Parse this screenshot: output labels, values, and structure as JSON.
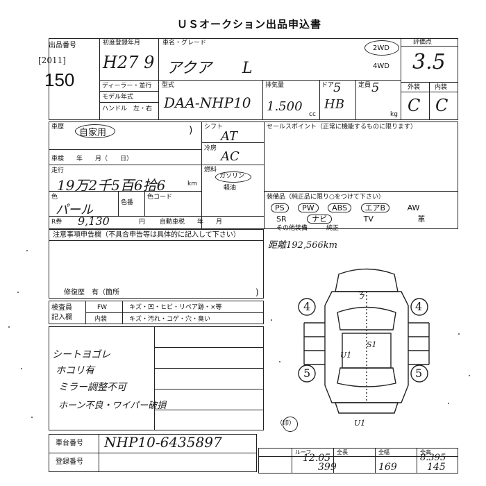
{
  "header": {
    "title": "ＵＳオークション出品申込書"
  },
  "left": {
    "year": "[2011]",
    "lot_no": "150"
  },
  "labels": {
    "lot_no": "出品番号",
    "first_reg": "初度登録年月",
    "model_name": "車名・グレード",
    "dealer": "ディーラー・並行",
    "model_year": "モデル年式",
    "handle": "ハンドル　左・右",
    "katashiki": "型式",
    "displacement": "排気量",
    "doors": "ドア",
    "capacity": "定員",
    "cc": "cc",
    "kg": "kg",
    "drive_2wd": "2WD",
    "drive_4wd": "4WD",
    "score": "評価点",
    "exterior": "外装",
    "interior": "内装",
    "shaken_kind": "車歴",
    "shift": "シフト",
    "sales_point": "セールスポイント（正常に機能するものに限ります）",
    "shaken": "車検　　年　　月（　　日）",
    "mileage": "走行",
    "km": "km",
    "aircon": "冷房",
    "fuel": "燃料",
    "fuel_gas": "ガソリン",
    "fuel_diesel": "軽油",
    "color": "色",
    "color_no": "色番",
    "color_code": "色コード",
    "recycle": "R券",
    "yen": "円",
    "tax": "自動車税　　年　　月",
    "equip": "装備品（純正品に限り○をつけて下さい）",
    "notes_hdr": "注意事項申告欄（不具合申告等は具体的に記入して下さい）",
    "repair": "修復歴　有（箇所",
    "inspector": "検査員\n記入欄",
    "fw": "FW",
    "interior_row": "内装",
    "fw_detail": "キズ・凹・ヒビ・リペア跡・×等",
    "int_detail": "キズ・汚れ・コゲ・穴・臭い",
    "chassis_no": "車台番号",
    "reg_no": "登録番号",
    "stamp": "（印）"
  },
  "values": {
    "first_reg": "H27 9",
    "model_name": "アクア　　L",
    "katashiki": "DAA-NHP10",
    "displacement": "1.500",
    "doors": "5",
    "capacity": "5",
    "body": "HB",
    "score": "3.5",
    "exterior_grade": "C",
    "interior_grade": "C",
    "usage": "自家用",
    "shift": "AT",
    "aircon": "AC",
    "mileage": "19万2千5百6拾6",
    "color": "パール",
    "recycle": "9,130",
    "equipment_note": "距離192,566km",
    "note_1": "シートヨゴレ",
    "note_2": "ホコリ有",
    "note_3": "ミラー調整不可",
    "note_4": "ホーン不良・ワイパー破損",
    "chassis_no": "NHP10-6435897",
    "diagram_mark_r": "ㄋ",
    "diagram_mark_s": "S1",
    "diagram_mark_u": "U1",
    "diagram_mark_u2": "U1",
    "tire_fl": "4",
    "tire_fr": "4",
    "tire_rl": "5",
    "tire_rr": "5"
  },
  "equipment": {
    "row1": [
      "PS",
      "PW",
      "ABS",
      "エアB",
      "AW"
    ],
    "row2": [
      "SR",
      "ナビ",
      "TV",
      "革"
    ],
    "row3_label": "その他装備",
    "row3_item": "純正"
  },
  "dims": {
    "labels": [
      "ルーフ",
      "全長",
      "全幅",
      "全高"
    ],
    "values": [
      "12.05",
      "399",
      "169",
      "145"
    ],
    "extra": "8.395"
  }
}
